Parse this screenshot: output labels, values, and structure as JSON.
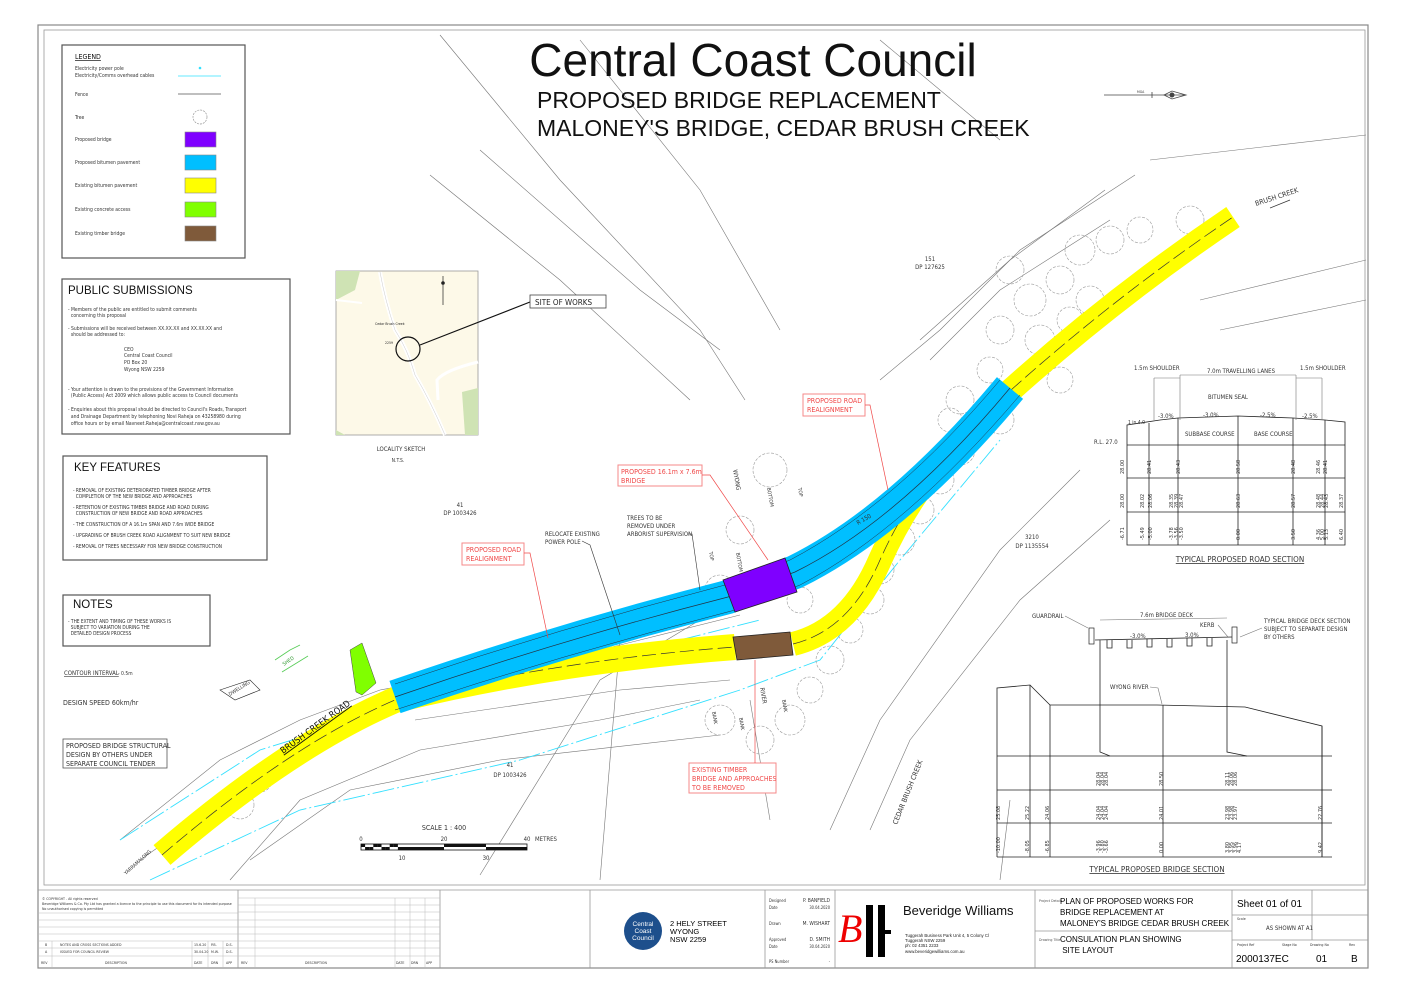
{
  "title": {
    "main": "Central Coast Council",
    "line1": "PROPOSED BRIDGE REPLACEMENT",
    "line2": "MALONEY'S BRIDGE, CEDAR BRUSH CREEK"
  },
  "north_arrow": {
    "label": "MGA"
  },
  "legend": {
    "heading": "LEGEND",
    "items": [
      {
        "label": "Electricity power pole",
        "symbol": "cyan-dot"
      },
      {
        "label": "Electricity/Comms overhead cables",
        "symbol": "cyan-line"
      },
      {
        "label": "Fence",
        "symbol": "grey-line"
      },
      {
        "label": "Tree",
        "symbol": "dashed-circle"
      },
      {
        "label": "Proposed bridge",
        "color": "#7f00ff"
      },
      {
        "label": "Proposed bitumen pavement",
        "color": "#00bfff"
      },
      {
        "label": "Existing bitumen pavement",
        "color": "#ffff00"
      },
      {
        "label": "Existing concrete access",
        "color": "#80ff00"
      },
      {
        "label": "Existing timber bridge",
        "color": "#7f5a3a"
      }
    ]
  },
  "public_submissions": {
    "heading": "PUBLIC SUBMISSIONS",
    "lines": [
      "- Members of the public are entitled to submit comments",
      "  concerning this proposal",
      "- Submissions will be received between XX.XX.XX and XX.XX.XX and",
      "  should be addressed to:",
      "CEO",
      "Central Coast Council",
      "PO Box 20",
      "Wyong NSW 2259",
      "- Your attention is drawn to the provisions of the Government Information",
      "  (Public Access) Act 2009 which allows public access to Council documents",
      "- Enquiries about this proposal should be directed to Council's Roads, Transport",
      "  and Drainage Department by telephoning Novi Raheja on 43258980 during",
      "  office hours or by email Navneet.Raheja@centralcoast.nsw.gov.au"
    ]
  },
  "key_features": {
    "heading": "KEY FEATURES",
    "lines": [
      "- REMOVAL OF EXISTING DETERIORATED TIMBER BRIDGE AFTER",
      "  COMPLETION OF THE NEW BRIDGE AND APPROACHES",
      "- RETENTION OF EXISTING TIMBER BRIDGE AND ROAD DURING",
      "  CONSTRUCTION OF NEW BRIDGE AND ROAD APPROACHES",
      "- THE CONSTRUCTION OF A 16.1m SPAN AND 7.6m WIDE BRIDGE",
      "- UPGRADING OF BRUSH CREEK ROAD ALIGNMENT TO SUIT NEW BRIDGE",
      "- REMOVAL OF TREES NECESSARY FOR NEW BRIDGE CONSTRUCTION"
    ]
  },
  "notes": {
    "heading": "NOTES",
    "lines": [
      "- THE EXTENT AND TIMING OF THESE WORKS IS",
      "  SUBJECT TO VARIATION DURING THE",
      "  DETAILED DESIGN PROCESS"
    ]
  },
  "plan_notes": {
    "contour_label": "CONTOUR INTERVAL",
    "contour_value": "- 0.5m",
    "design_speed": "DESIGN SPEED 60km/hr",
    "structural": [
      "PROPOSED BRIDGE STRUCTURAL",
      "DESIGN BY OTHERS UNDER",
      "SEPARATE COUNCIL TENDER"
    ]
  },
  "locality": {
    "title": "LOCALITY SKETCH",
    "nts": "N.T.S.",
    "site_label": "SITE OF WORKS",
    "map_place": "Cedar Brush Creek",
    "map_postcode": "2259"
  },
  "plan_labels": {
    "lot_151": [
      "151",
      "DP 127625"
    ],
    "lot_41_upper": [
      "41",
      "DP 1003426"
    ],
    "lot_41_lower": [
      "41",
      "DP 1003426"
    ],
    "lot_3210": [
      "3210",
      "DP 1135554"
    ],
    "brush_creek": "BRUSH CREEK",
    "brush_creek_road": "BRUSH CREEK ROAD",
    "cedar_brush_creek": "CEDAR BRUSH CREEK",
    "wyong": "WYONG",
    "river": "RIVER",
    "bottom": "BOTTOM",
    "top": "TOP",
    "bank": "BANK",
    "dwelling": "DWELLING",
    "shed": "SHED",
    "yarramalong": "YARRAMALONG",
    "radius": "R 150",
    "relocate_pole": [
      "RELOCATE EXISTING",
      "POWER POLE"
    ],
    "trees_removed": [
      "TREES TO BE",
      "REMOVED UNDER",
      "ARBORIST SUPERVISION"
    ]
  },
  "callouts": {
    "realign_east": [
      "PROPOSED ROAD",
      "REALIGNMENT"
    ],
    "bridge": [
      "PROPOSED 16.1m x 7.6m",
      "BRIDGE"
    ],
    "realign_west": [
      "PROPOSED ROAD",
      "REALIGNMENT"
    ],
    "timber_removed": [
      "EXISTING TIMBER",
      "BRIDGE AND APPROACHES",
      "TO BE REMOVED"
    ]
  },
  "scale_bar": {
    "title": "SCALE  1 : 400",
    "ticks": [
      "0",
      "10",
      "20",
      "30",
      "40"
    ],
    "unit": "METRES"
  },
  "road_section": {
    "title": "TYPICAL PROPOSED ROAD SECTION",
    "shoulder_left": "1.5m SHOULDER",
    "lanes": "7.0m TRAVELLING LANES",
    "shoulder_right": "1.5m SHOULDER",
    "bitumen_seal": "BITUMEN SEAL",
    "subbase": "SUBBASE COURSE",
    "base": "BASE COURSE",
    "batter": "1 in 4.0",
    "grades": [
      "-3.0%",
      "-3.0%",
      "-2.5%",
      "-2.5%"
    ],
    "datum": "R.L. 27.0",
    "row_existing": [
      "28.00",
      "28.41",
      "28.43",
      "28.58",
      "28.48",
      "28.46",
      "28.41"
    ],
    "row_design": [
      "28.00",
      "28.02",
      "28.06",
      "28.35",
      "28.39",
      "28.47",
      "28.63",
      "28.57",
      "28.48",
      "28.44",
      "28.43",
      "28.37"
    ],
    "row_offset": [
      "-6.71",
      "-5.49",
      "-5.00",
      "-3.78",
      "-3.56",
      "-3.50",
      "0.00",
      "3.50",
      "4.36",
      "5.00",
      "5.13",
      "6.40"
    ]
  },
  "bridge_section": {
    "title": "TYPICAL PROPOSED BRIDGE SECTION",
    "deck": "7.6m BRIDGE DECK",
    "guardrail": "GUARDRAIL",
    "kerb": "KERB",
    "note": [
      "TYPICAL BRIDGE DECK SECTION",
      "SUBJECT TO SEPARATE DESIGN",
      "BY OTHERS"
    ],
    "grades": [
      "-3.0%",
      "3.0%"
    ],
    "river": "WYONG RIVER",
    "row_deck": [
      "28.04",
      "28.04",
      "28.04",
      "28.50",
      "28.11",
      "28.06",
      "28.06"
    ],
    "row_ground": [
      "25.08",
      "25.22",
      "24.06",
      "24.04",
      "24.04",
      "24.04",
      "24.01",
      "23.98",
      "23.98",
      "23.97",
      "22.76"
    ],
    "row_offset": [
      "-10.00",
      "-8.05",
      "-6.85",
      "-3.96",
      "-3.80",
      "-3.66",
      "0.00",
      "3.80",
      "3.95",
      "3.96",
      "4.17",
      "9.42"
    ]
  },
  "title_block": {
    "copyright": [
      "© COPYRIGHT . All rights reserved",
      "Beveridge Williams & Co. Pty Ltd has granted a licence to the principle to use this document for its intended purpose",
      "No unauthorised copying is permitted"
    ],
    "revisions": [
      {
        "rev": "B",
        "description": "NOTES AND CROSS SECTIONS ADDED",
        "date": "15.6.20",
        "drn": "P.B.",
        "app": "D.S."
      },
      {
        "rev": "A",
        "description": "ISSUED FOR COUNCIL REVIEW",
        "date": "30.04.20",
        "drn": "M.W.",
        "app": "D.S."
      }
    ],
    "rev_headers": [
      "REV",
      "DESCRIPTION",
      "DATE",
      "DRN",
      "APP"
    ],
    "council_logo": [
      "Central",
      "Coast",
      "Council"
    ],
    "council_address": [
      "2 HELY STREET",
      "WYONG",
      "NSW 2259"
    ],
    "designed_label": "Designed",
    "designed": "P. BANFIELD",
    "date_label": "Date",
    "designed_date": "30.04.2020",
    "drawn_label": "Drawn",
    "drawn": "M. WISHART",
    "approved_label": "Approved",
    "approved": "D. SMITH",
    "approved_date": "30.04.2020",
    "ps_label": "PS Number",
    "ps": "-",
    "firm": "Beveridge Williams",
    "firm_address": [
      "Tuggerah Business Park Unit 4, 5 Colony Cl",
      "Tuggerah NSW 2259",
      "ph: 02 4351 2233",
      "www.beveridgewilliams.com.au"
    ],
    "project_label": "Project Details",
    "project": [
      "PLAN OF PROPOSED WORKS FOR",
      "BRIDGE REPLACEMENT AT",
      "MALONEY'S BRIDGE  CEDAR BRUSH CREEK"
    ],
    "drawing_label": "Drawing Title",
    "drawing_title": [
      "CONSULATION PLAN SHOWING",
      " SITE LAYOUT"
    ],
    "sheet": "Sheet  01 of 01",
    "scale_label": "Scale",
    "scale": "AS SHOWN AT A1",
    "project_ref_label": "Project Ref",
    "project_ref": "2000137EC",
    "stage_label": "Stage No",
    "drawing_no_label": "Drawing No",
    "drawing_no": "01",
    "rev_label": "Rev",
    "rev": "B"
  }
}
